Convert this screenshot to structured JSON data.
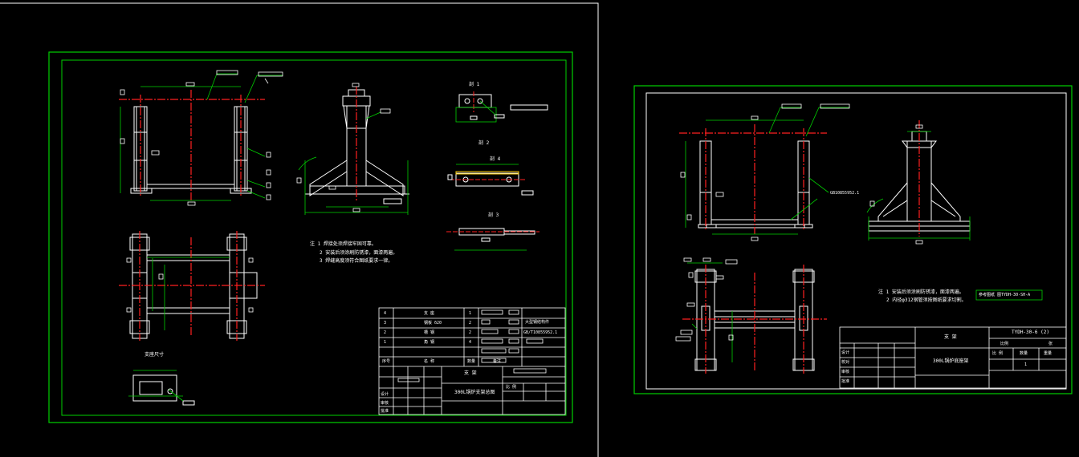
{
  "colors": {
    "background": "#000000",
    "frame": "#00d000",
    "geometry": "#ffffff",
    "centerline": "#ff2020",
    "dimension": "#00d000",
    "text": "#ffffff"
  },
  "sheet_left": {
    "section_labels": [
      "剖 1",
      "剖 2",
      "剖 3",
      "剖 4",
      "支座尺寸"
    ],
    "notes": [
      "注  1  焊接处须焊接牢固可靠。",
      "2  安装后须涂刷防锈漆，面漆两遍。",
      "3  焊缝高度须符合图纸要求一律。"
    ],
    "bom_rows": [
      [
        "4",
        "支 座",
        "1",
        "",
        "大型钢结构件"
      ],
      [
        "3",
        "钢板 δ20",
        "2",
        "",
        ""
      ],
      [
        "2",
        "槽 钢",
        "2",
        "",
        "GB/T10855952.1"
      ],
      [
        "1",
        "角 钢",
        "4",
        "",
        ""
      ],
      [
        "",
        "序号",
        "名 称",
        "数量",
        "备注"
      ]
    ],
    "title_block": {
      "name": "支 架",
      "drawing_title": "300L锅炉支架总图",
      "roles": [
        "设计",
        "审核",
        "批准"
      ],
      "scale_label": "比 例"
    }
  },
  "sheet_right": {
    "notes": [
      "注  1  安装后须涂刷防锈漆，面漆两遍。",
      "2  内径φ312钢管须按图纸要求切割。"
    ],
    "note_box": "参考图纸  图TYDH-30-SH-A",
    "callout": "GB10855952.1",
    "title_block": {
      "name": "支 架",
      "drawing_no": "TYDH-30-6 (2)",
      "drawing_title": "300L锅炉底座架",
      "roles": [
        "设计",
        "校对",
        "审核",
        "批准"
      ],
      "cols": [
        "数量",
        "比例",
        "重量"
      ],
      "ratio_labels": [
        "比 例",
        "1",
        "张"
      ]
    }
  }
}
